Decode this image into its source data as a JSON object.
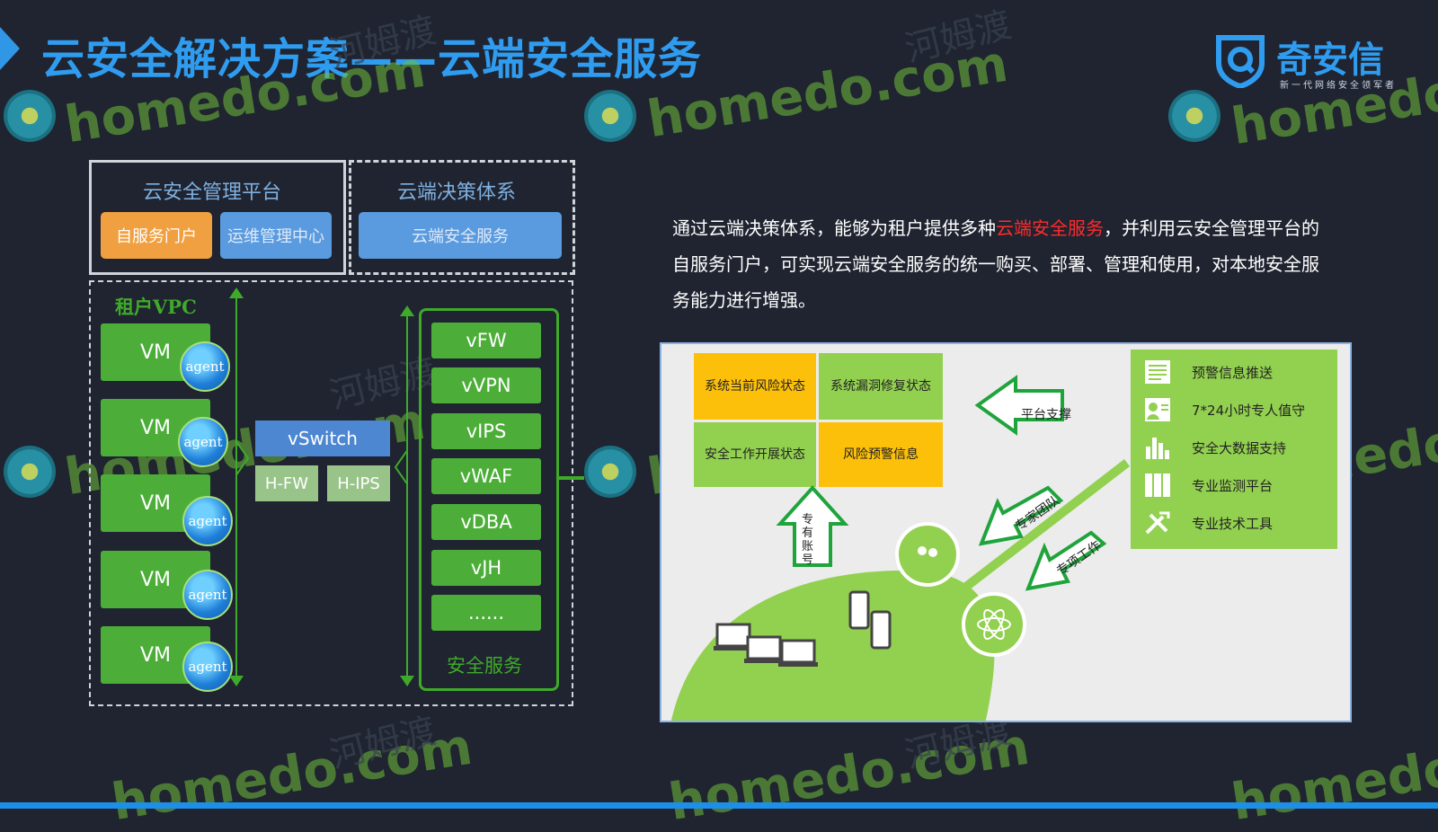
{
  "title": "云安全解决方案——云端安全服务",
  "logo": {
    "name": "奇安信",
    "slogan": "新一代网络安全领军者"
  },
  "watermark": {
    "latin": "homedo.com",
    "chinese": "河姆渡"
  },
  "left_diagram": {
    "mgmt_platform": {
      "label": "云安全管理平台",
      "self_service": "自服务门户",
      "ops_center": "运维管理中心"
    },
    "decision_system": {
      "label": "云端决策体系",
      "cloud_service": "云端安全服务"
    },
    "tenant_vpc": {
      "label": "租户VPC",
      "vms": [
        {
          "label": "VM",
          "agent": "agent"
        },
        {
          "label": "VM",
          "agent": "agent"
        },
        {
          "label": "VM",
          "agent": "agent"
        },
        {
          "label": "VM",
          "agent": "agent"
        },
        {
          "label": "VM",
          "agent": "agent"
        }
      ],
      "vswitch": "vSwitch",
      "hfw": "H-FW",
      "hips": "H-IPS"
    },
    "security_services": {
      "label": "安全服务",
      "items": [
        "vFW",
        "vVPN",
        "vIPS",
        "vWAF",
        "vDBA",
        "vJH",
        "......"
      ]
    }
  },
  "description": {
    "part1": "通过云端决策体系，能够为租户提供多种",
    "highlight": "云端安全服务",
    "part2": "，并利用云安全管理平台的自服务门户，可实现云端安全服务的统一购买、部署、管理和使用，对本地安全服务能力进行增强。"
  },
  "illustration": {
    "cells": {
      "risk_status": "系统当前风险状态",
      "vuln_fix": "系统漏洞修复状态",
      "work_status": "安全工作开展状态",
      "warning_info": "风险预警信息"
    },
    "arrows": {
      "platform_support": "平台支撑",
      "expert_team": "专家团队",
      "special_work": "专项工作",
      "dedicated_account": "专有账号"
    },
    "legend": [
      {
        "label": "预警信息推送",
        "icon": "document-icon"
      },
      {
        "label": "7*24小时专人值守",
        "icon": "person-card-icon"
      },
      {
        "label": "安全大数据支持",
        "icon": "bar-chart-icon"
      },
      {
        "label": "专业监测平台",
        "icon": "binders-icon"
      },
      {
        "label": "专业技术工具",
        "icon": "tools-icon"
      }
    ],
    "colors": {
      "yellow": "#fdc00a",
      "green": "#92d050",
      "hill": "#92d050"
    }
  },
  "colors": {
    "background": "#1f2430",
    "title": "#2f9cf0",
    "accent_green": "#4cae39",
    "highlight_red": "#ff2b2b"
  }
}
